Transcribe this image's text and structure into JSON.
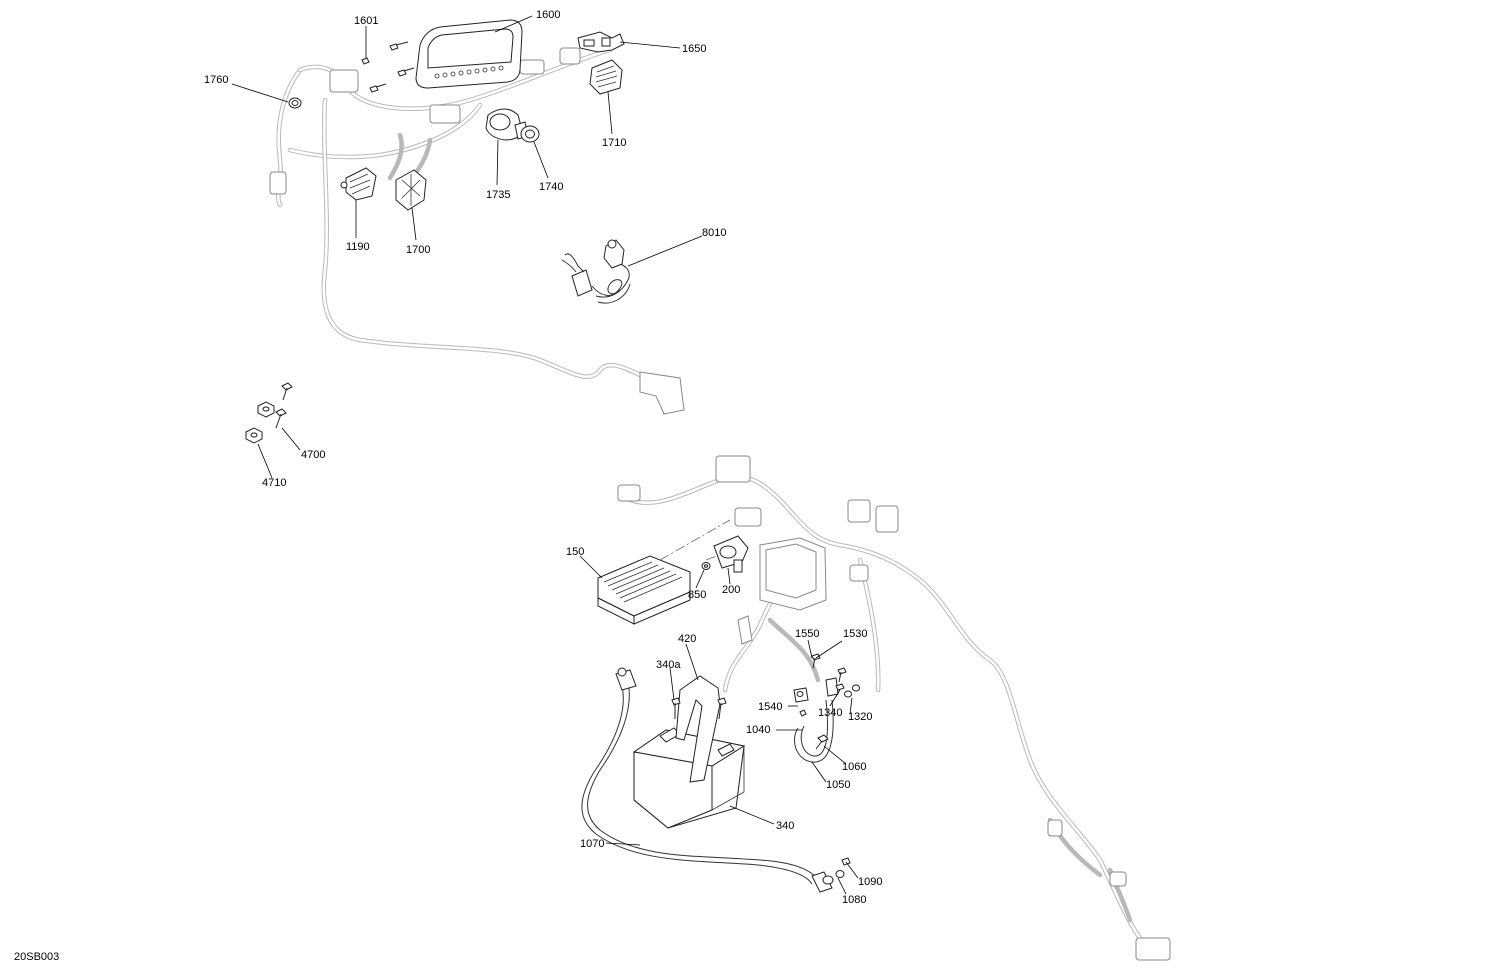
{
  "diagram": {
    "code": "20SB003",
    "callouts": [
      {
        "id": "1600",
        "text": "1600"
      },
      {
        "id": "1601",
        "text": "1601"
      },
      {
        "id": "1650",
        "text": "1650"
      },
      {
        "id": "1760",
        "text": "1760"
      },
      {
        "id": "1710",
        "text": "1710"
      },
      {
        "id": "1735",
        "text": "1735"
      },
      {
        "id": "1740",
        "text": "1740"
      },
      {
        "id": "1190",
        "text": "1190"
      },
      {
        "id": "1700",
        "text": "1700"
      },
      {
        "id": "8010",
        "text": "8010"
      },
      {
        "id": "4700",
        "text": "4700"
      },
      {
        "id": "4710",
        "text": "4710"
      },
      {
        "id": "150",
        "text": "150"
      },
      {
        "id": "850",
        "text": "850"
      },
      {
        "id": "200",
        "text": "200"
      },
      {
        "id": "420",
        "text": "420"
      },
      {
        "id": "340a",
        "text": "340a"
      },
      {
        "id": "1550",
        "text": "1550"
      },
      {
        "id": "1530",
        "text": "1530"
      },
      {
        "id": "1540",
        "text": "1540"
      },
      {
        "id": "1340",
        "text": "1340"
      },
      {
        "id": "1320",
        "text": "1320"
      },
      {
        "id": "1040",
        "text": "1040"
      },
      {
        "id": "1060",
        "text": "1060"
      },
      {
        "id": "1050",
        "text": "1050"
      },
      {
        "id": "340",
        "text": "340"
      },
      {
        "id": "1070",
        "text": "1070"
      },
      {
        "id": "1090",
        "text": "1090"
      },
      {
        "id": "1080",
        "text": "1080"
      }
    ]
  }
}
